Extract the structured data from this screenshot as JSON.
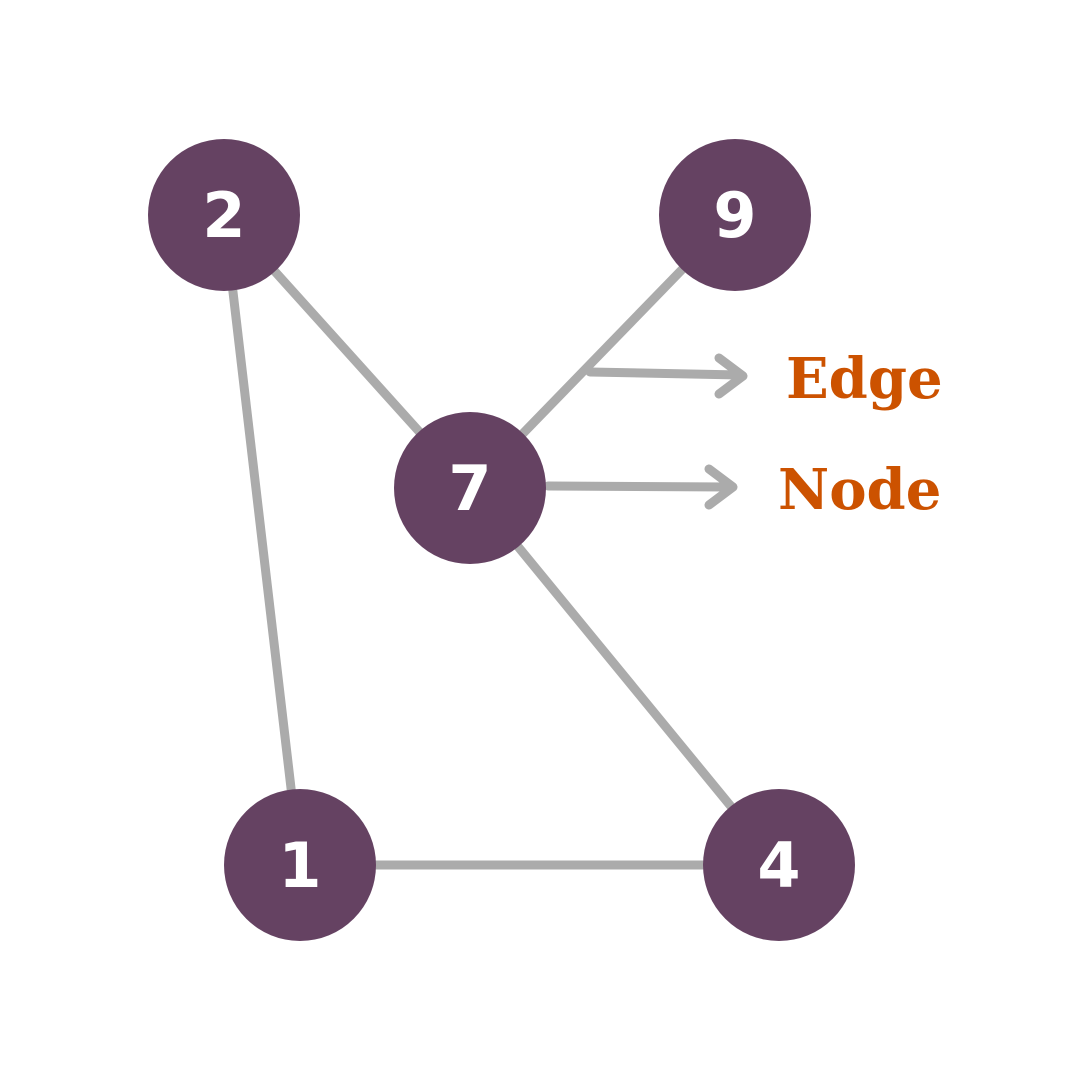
{
  "colors": {
    "background": "#ffffff",
    "node_fill": "#654262",
    "node_text": "#ffffff",
    "edge": "#ababab",
    "label_text": "#cc5200"
  },
  "nodes": [
    {
      "id": "n2",
      "label": "2"
    },
    {
      "id": "n9",
      "label": "9"
    },
    {
      "id": "n7",
      "label": "7"
    },
    {
      "id": "n1",
      "label": "1"
    },
    {
      "id": "n4",
      "label": "4"
    }
  ],
  "edges": [
    {
      "from": "n2",
      "to": "n7"
    },
    {
      "from": "n2",
      "to": "n1"
    },
    {
      "from": "n7",
      "to": "n9"
    },
    {
      "from": "n7",
      "to": "n4"
    },
    {
      "from": "n1",
      "to": "n4"
    }
  ],
  "callouts": {
    "edge_label": "Edge",
    "node_label": "Node"
  }
}
